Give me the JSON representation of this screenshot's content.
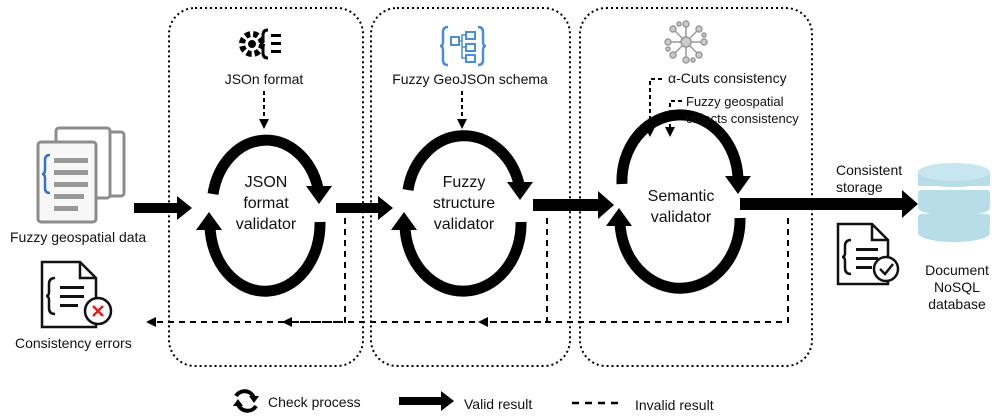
{
  "colors": {
    "stroke": "#000000",
    "db_fill": "#b7dde8",
    "doc_gray": "#8c8c8c",
    "schema_blue": "#4a8fd6",
    "error_red": "#e02020",
    "check_teal": "#1f8a8a"
  },
  "input": {
    "label": "Fuzzy geospatial data",
    "icon": "document-stack-icon"
  },
  "errors": {
    "label": "Consistency errors",
    "icon": "error-document-icon"
  },
  "stages": [
    {
      "input_label": "JSOn format",
      "input_icon": "gear-brackets-icon",
      "validator_lines": [
        "JSON",
        "format",
        "validator"
      ]
    },
    {
      "input_label": "Fuzzy  GeoJSOn schema",
      "input_icon": "schema-tree-icon",
      "validator_lines": [
        "Fuzzy",
        "structure",
        "validator"
      ]
    },
    {
      "input_icon": "fuzzy-network-icon",
      "input_labels": [
        "α-Cuts consistency",
        "Fuzzy  geospatial",
        "objects consistency"
      ],
      "validator_lines": [
        "Semantic",
        "validator"
      ]
    }
  ],
  "output": {
    "storage_lines": [
      "Consistent",
      "storage"
    ],
    "db_lines": [
      "Document",
      "NoSQL",
      "database"
    ],
    "db_icon": "database-icon",
    "stored_icon": "checked-document-icon"
  },
  "legend": {
    "check": "Check process",
    "valid": "Valid result",
    "invalid": "Invalid result"
  }
}
